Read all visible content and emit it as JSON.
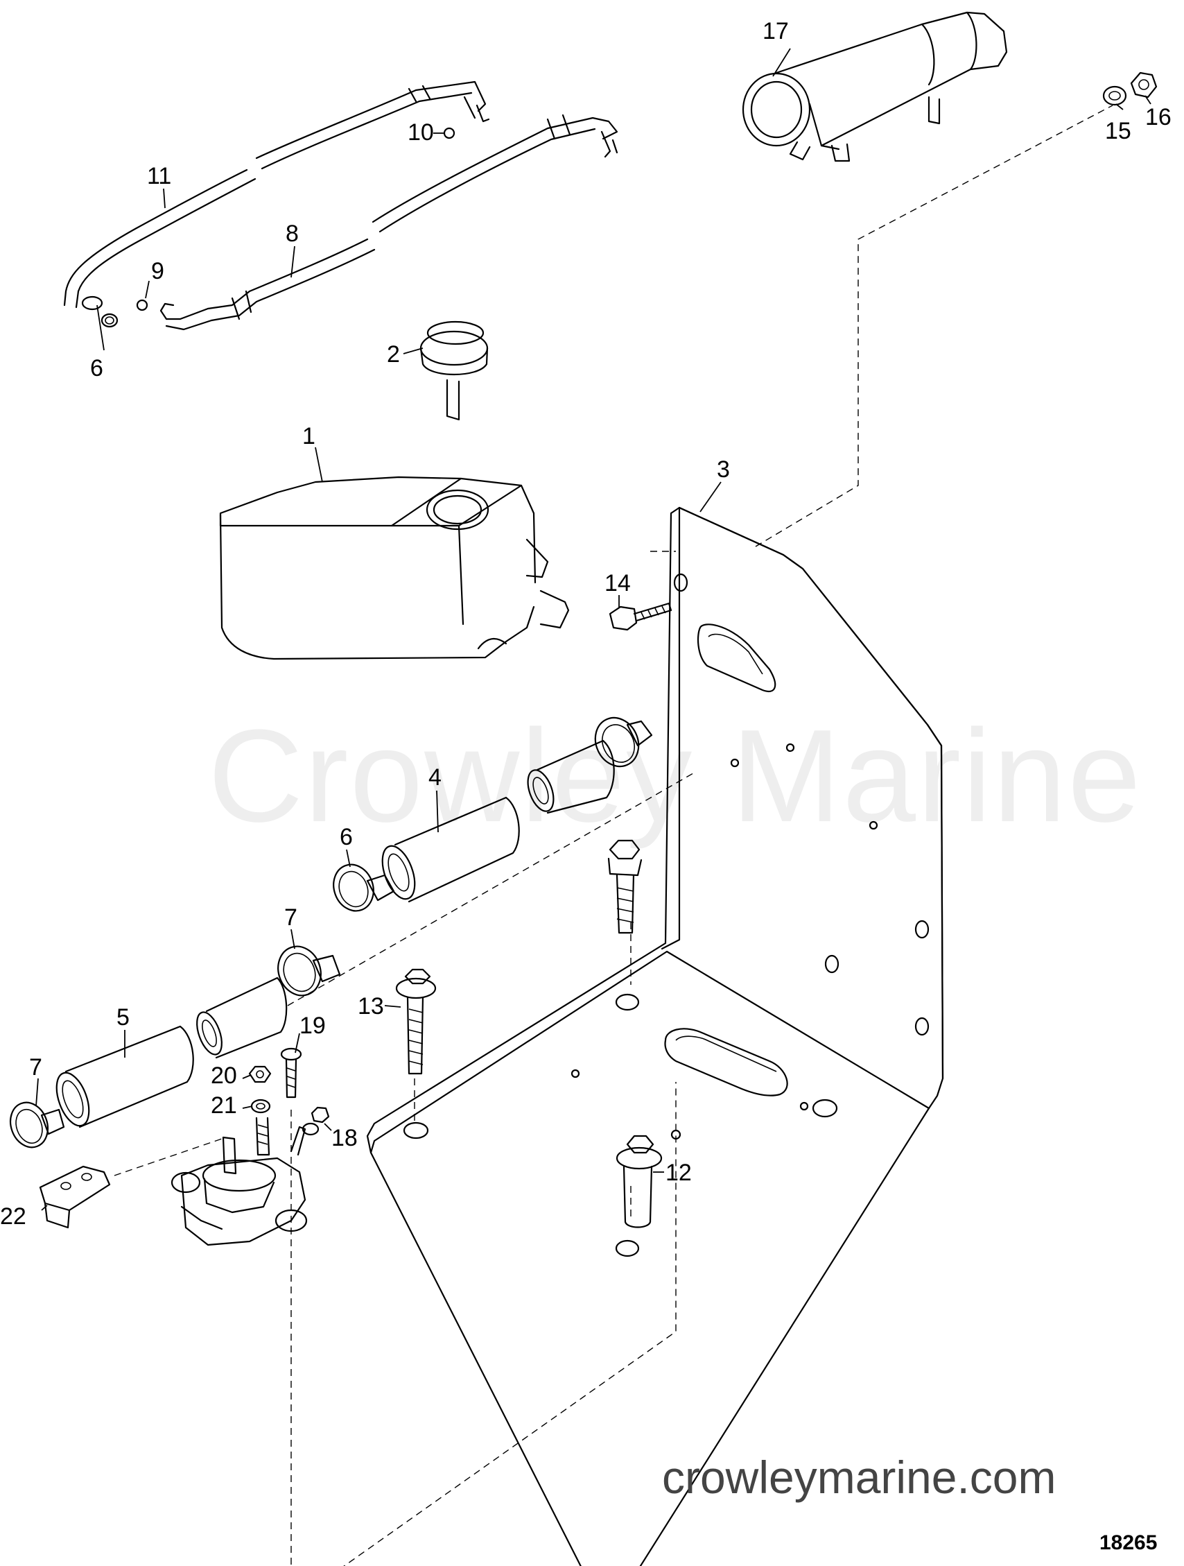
{
  "watermark": "Crowley Marine",
  "website": "crowleymarine.com",
  "figure_id": "18265",
  "callouts": [
    {
      "id": "c1",
      "text": "1"
    },
    {
      "id": "c2",
      "text": "2"
    },
    {
      "id": "c3",
      "text": "3"
    },
    {
      "id": "c4",
      "text": "4"
    },
    {
      "id": "c5",
      "text": "5"
    },
    {
      "id": "c6a",
      "text": "6"
    },
    {
      "id": "c6b",
      "text": "6"
    },
    {
      "id": "c7a",
      "text": "7"
    },
    {
      "id": "c7b",
      "text": "7"
    },
    {
      "id": "c8",
      "text": "8"
    },
    {
      "id": "c9",
      "text": "9"
    },
    {
      "id": "c10",
      "text": "10"
    },
    {
      "id": "c11",
      "text": "11"
    },
    {
      "id": "c12",
      "text": "12"
    },
    {
      "id": "c13",
      "text": "13"
    },
    {
      "id": "c14",
      "text": "14"
    },
    {
      "id": "c15",
      "text": "15"
    },
    {
      "id": "c16",
      "text": "16"
    },
    {
      "id": "c17",
      "text": "17"
    },
    {
      "id": "c18",
      "text": "18"
    },
    {
      "id": "c19",
      "text": "19"
    },
    {
      "id": "c20",
      "text": "20"
    },
    {
      "id": "c21",
      "text": "21"
    },
    {
      "id": "c22",
      "text": "22"
    }
  ]
}
